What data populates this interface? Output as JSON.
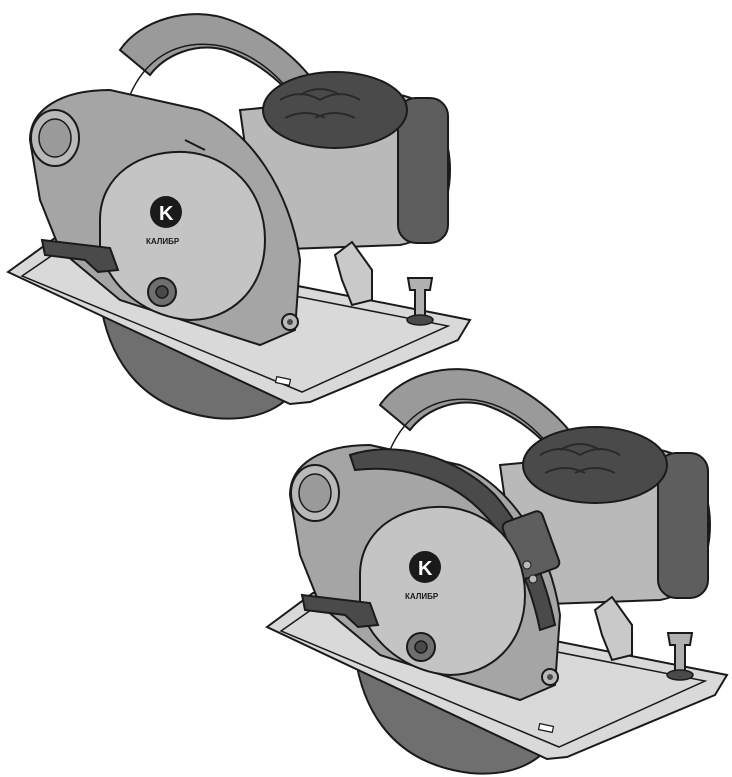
{
  "figures": [
    {
      "id": "saw-1",
      "brand": "КАЛИБР",
      "variant": "standard"
    },
    {
      "id": "saw-2",
      "brand": "КАЛИБР",
      "variant": "with-laser"
    }
  ],
  "colors": {
    "outline": "#1a1a1a",
    "body_light": "#b9b9b9",
    "body_mid": "#8e8e8e",
    "body_dark": "#5e5e5e",
    "handle_dark": "#4a4a4a",
    "blade": "#6f6f6f",
    "plate": "#d9d9d9",
    "background": "#ffffff"
  }
}
